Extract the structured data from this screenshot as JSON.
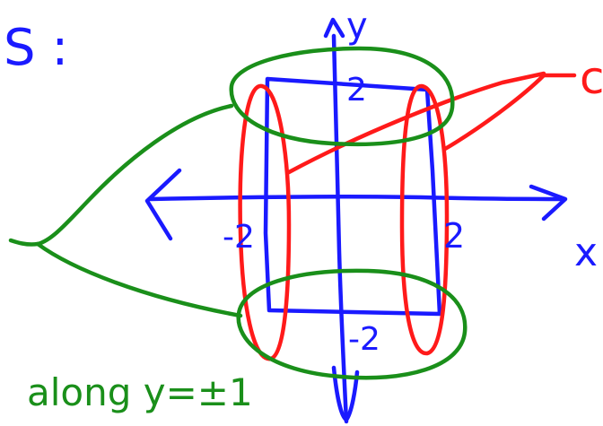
{
  "colors": {
    "blue": "#1a1aff",
    "red": "#ff1a1a",
    "green": "#1a8f1a",
    "background": "#ffffff"
  },
  "labels": {
    "set_name": "S :",
    "y_axis": "y",
    "x_axis": "x",
    "tick_top": "2",
    "tick_left": "-2",
    "tick_right": "2",
    "tick_bottom": "-2",
    "red_label": "c",
    "green_note": "along y=±1"
  }
}
